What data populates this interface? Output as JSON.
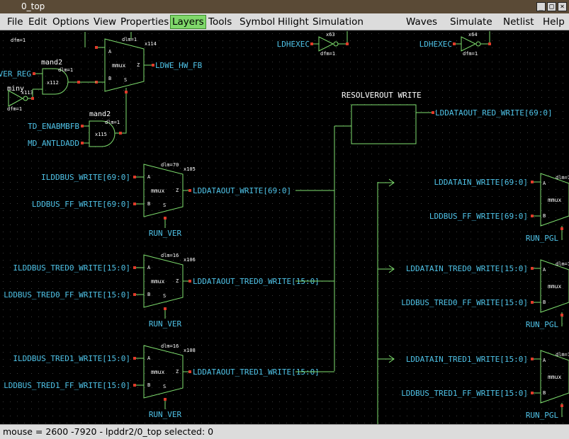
{
  "window": {
    "title": "0_top"
  },
  "menu": {
    "file": "File",
    "edit": "Edit",
    "options": "Options",
    "view": "View",
    "properties": "Properties",
    "layers": "Layers",
    "tools": "Tools",
    "symbol": "Symbol",
    "hilight": "Hilight",
    "simulation": "Simulation",
    "waves": "Waves",
    "simulate": "Simulate",
    "netlist": "Netlist",
    "help": "Help"
  },
  "colors": {
    "wire": "#7fe06f",
    "net_label": "#4fc3e8",
    "pin": "#e03a2a",
    "grid": "#3a3a3a",
    "active_menu": "#7fd86a"
  },
  "schematic": {
    "top_cells": [
      {
        "label": "LDHEXEC",
        "inst": "x63",
        "attr": "dfm=1"
      },
      {
        "label": "LDHEXEC",
        "inst": "x64",
        "attr": "dfm=1"
      }
    ],
    "mmux_top": {
      "inst": "x114",
      "attr": "dlm=1",
      "type": "mmux",
      "out": "LDWE_HW_FB"
    },
    "mand2_a": {
      "type": "mand2",
      "inst": "x112",
      "attr": "dlm=1",
      "in_label": "VER_REG"
    },
    "miny": {
      "type": "miny",
      "inst": "x113",
      "attr": "dfm=1"
    },
    "mand2_b": {
      "type": "mand2",
      "inst": "x115",
      "attr": "dlm=1",
      "in_a": "TD_ENABMBFB",
      "in_b": "MD_ANTLDADD"
    },
    "resolver": {
      "title": "RESOLVEROUT WRITE",
      "out": "LDDATAOUT_RED_WRITE[69:0]"
    },
    "left_muxes": [
      {
        "in_a": "ILDDBUS_WRITE[69:0]",
        "in_b": "LDDBUS_FF_WRITE[69:0]",
        "sel": "RUN_VER",
        "out": "LDDATAOUT_WRITE[69:0]",
        "inst": "x105",
        "attr": "dlm=70"
      },
      {
        "in_a": "ILDDBUS_TRED0_WRITE[15:0]",
        "in_b": "LDDBUS_TRED0_FF_WRITE[15:0]",
        "sel": "RUN_VER",
        "out": "LDDATAOUT_TRED0_WRITE[15:0]",
        "inst": "x106",
        "attr": "dlm=16"
      },
      {
        "in_a": "ILDDBUS_TRED1_WRITE[15:0]",
        "in_b": "LDDBUS_TRED1_FF_WRITE[15:0]",
        "sel": "RUN_VER",
        "out": "LDDATAOUT_TRED1_WRITE[15:0]",
        "inst": "x108",
        "attr": "dlm=16"
      }
    ],
    "right_muxes": [
      {
        "in_a": "LDDATAIN_WRITE[69:0]",
        "in_b": "LDDBUS_FF_WRITE[69:0]",
        "sel": "RUN_PGL",
        "attr": "dlm=7"
      },
      {
        "in_a": "LDDATAIN_TRED0_WRITE[15:0]",
        "in_b": "LDDBUS_TRED0_FF_WRITE[15:0]",
        "sel": "RUN_PGL",
        "attr": "dlm=1"
      },
      {
        "in_a": "LDDATAIN_TRED1_WRITE[15:0]",
        "in_b": "LDDBUS_TRED1_FF_WRITE[15:0]",
        "sel": "RUN_PGL",
        "attr": "dlm=1"
      }
    ],
    "mux_pins": {
      "a": "A",
      "b": "B",
      "z": "Z",
      "s": "S",
      "body": "mmux"
    }
  },
  "status": {
    "text": "mouse = 2600 -7920 - lpddr2/0_top  selected: 0"
  }
}
